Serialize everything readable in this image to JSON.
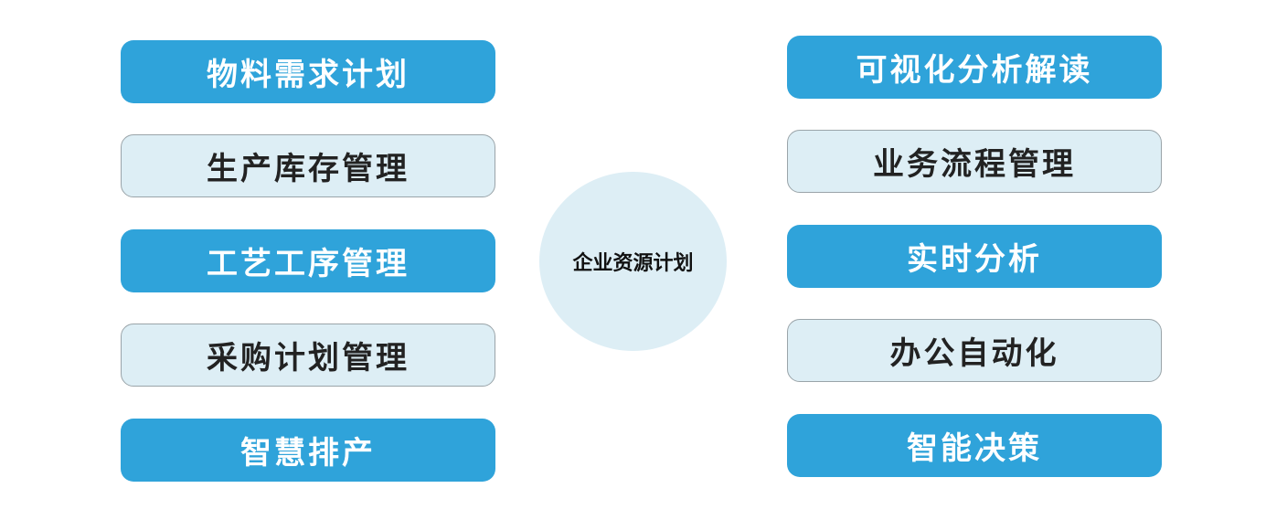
{
  "center": {
    "label": "企业资源计划"
  },
  "left_items": [
    {
      "label": "物料需求计划",
      "style": "blue"
    },
    {
      "label": "生产库存管理",
      "style": "light"
    },
    {
      "label": "工艺工序管理",
      "style": "blue"
    },
    {
      "label": "采购计划管理",
      "style": "light"
    },
    {
      "label": "智慧排产",
      "style": "blue"
    }
  ],
  "right_items": [
    {
      "label": "可视化分析解读",
      "style": "blue"
    },
    {
      "label": "业务流程管理",
      "style": "light"
    },
    {
      "label": "实时分析",
      "style": "blue"
    },
    {
      "label": "办公自动化",
      "style": "light"
    },
    {
      "label": "智能决策",
      "style": "blue"
    }
  ],
  "colors": {
    "accent_blue": "#2fa3da",
    "light_fill": "#ddeef5",
    "light_border": "#9aa4a9"
  }
}
